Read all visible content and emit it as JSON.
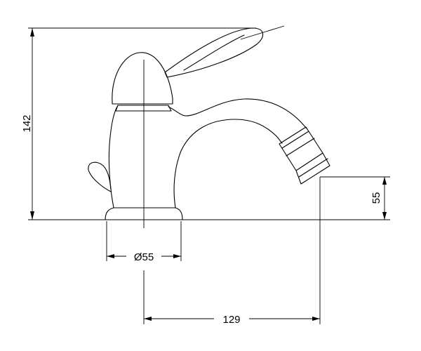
{
  "dimensions": {
    "height_total": "142",
    "outlet_height": "55",
    "base_diameter": "Ø55",
    "projection": "129"
  }
}
